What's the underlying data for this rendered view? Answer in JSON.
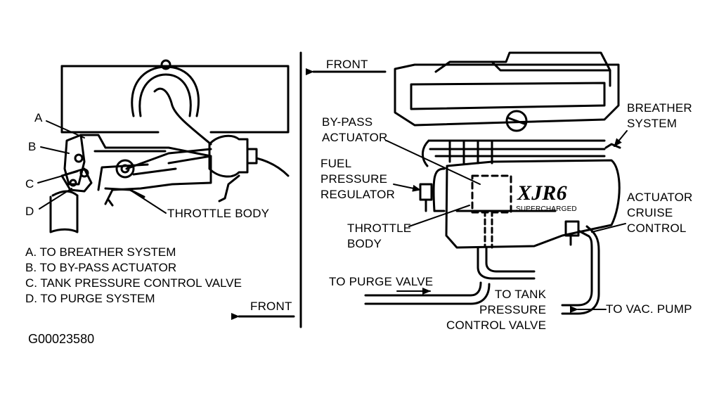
{
  "left_panel": {
    "callouts": {
      "a": "A",
      "b": "B",
      "c": "C",
      "d": "D"
    },
    "throttle_body": "THROTTLE BODY",
    "legend": [
      "A.  TO BREATHER SYSTEM",
      "B.  TO BY-PASS ACTUATOR",
      "C.  TANK PRESSURE CONTROL VALVE",
      "D.  TO PURGE SYSTEM"
    ],
    "front": "FRONT"
  },
  "right_panel": {
    "front": "FRONT",
    "bypass_actuator": [
      "BY-PASS",
      "ACTUATOR"
    ],
    "fuel_pressure_regulator": [
      "FUEL",
      "PRESSURE",
      "REGULATOR"
    ],
    "throttle_body": [
      "THROTTLE",
      "BODY"
    ],
    "breather_system": [
      "BREATHER",
      "SYSTEM"
    ],
    "actuator_cruise_control": [
      "ACTUATOR",
      "CRUISE",
      "CONTROL"
    ],
    "to_purge_valve": "TO PURGE VALVE",
    "to_tank_pressure_control_valve": [
      "TO TANK",
      "PRESSURE",
      "CONTROL VALVE"
    ],
    "to_vac_pump": "TO VAC. PUMP",
    "engine_badge": "XJR6",
    "engine_badge_sub": "SUPERCHARGED"
  },
  "figure_id": "G00023580"
}
